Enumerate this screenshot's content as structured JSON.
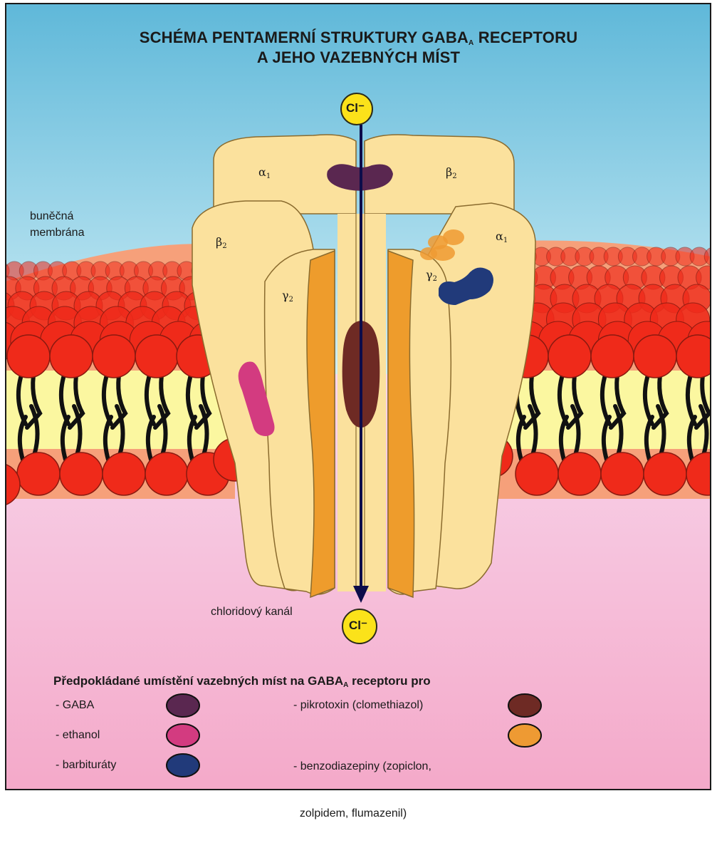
{
  "title": {
    "line1_main": "SCHÉMA PENTAMERNÍ STRUKTURY GABA",
    "line1_sub": "A",
    "line1_end": " RECEPTORU",
    "line2": "A JEHO VAZEBNÝCH MÍST"
  },
  "labels": {
    "membrane_line1": "buněčná",
    "membrane_line2": "membrána",
    "channel": "chloridový kanál",
    "ion_top": "Cl⁻",
    "ion_bottom": "Cl⁻"
  },
  "subunits": {
    "alpha1_left": {
      "symbol": "α",
      "sub": "1"
    },
    "beta2_top": {
      "symbol": "β",
      "sub": "2"
    },
    "beta2_left": {
      "symbol": "β",
      "sub": "2"
    },
    "alpha1_right": {
      "symbol": "α",
      "sub": "1"
    },
    "gamma2_left": {
      "symbol": "γ",
      "sub": "2"
    },
    "gamma2_right": {
      "symbol": "γ",
      "sub": "2"
    }
  },
  "legend": {
    "title_main": "Předpokládané umístění vazebných míst na GABA",
    "title_sub": "A",
    "title_end": " receptoru pro",
    "items": [
      {
        "label_lines": [
          "- GABA"
        ],
        "color": "#5a2750"
      },
      {
        "label_lines": [
          "- ethanol"
        ],
        "color": "#d33b80"
      },
      {
        "label_lines": [
          "- barbituráty"
        ],
        "color": "#213a7a"
      },
      {
        "label_lines": [
          "- pikrotoxin (clomethiazol)"
        ],
        "color": "#6e2a24"
      },
      {
        "label_lines": [
          "- benzodiazepiny (zopiclon,",
          "  zolpidem, flumazenil)"
        ],
        "color": "#ee9a33"
      }
    ]
  },
  "colors": {
    "sky_top": "#5fb8d9",
    "sky_bottom": "#cfeef6",
    "cytoplasm_top": "#f8d6ec",
    "cytoplasm_bottom": "#f4a9c9",
    "receptor": "#fbe19d",
    "receptor_side": "#ee9c2c",
    "lipid_head": "#ef2a1a",
    "membrane_core": "#fbf7a0",
    "channel_arrow": "#0c0c4a",
    "ion": "#fbe21a"
  }
}
